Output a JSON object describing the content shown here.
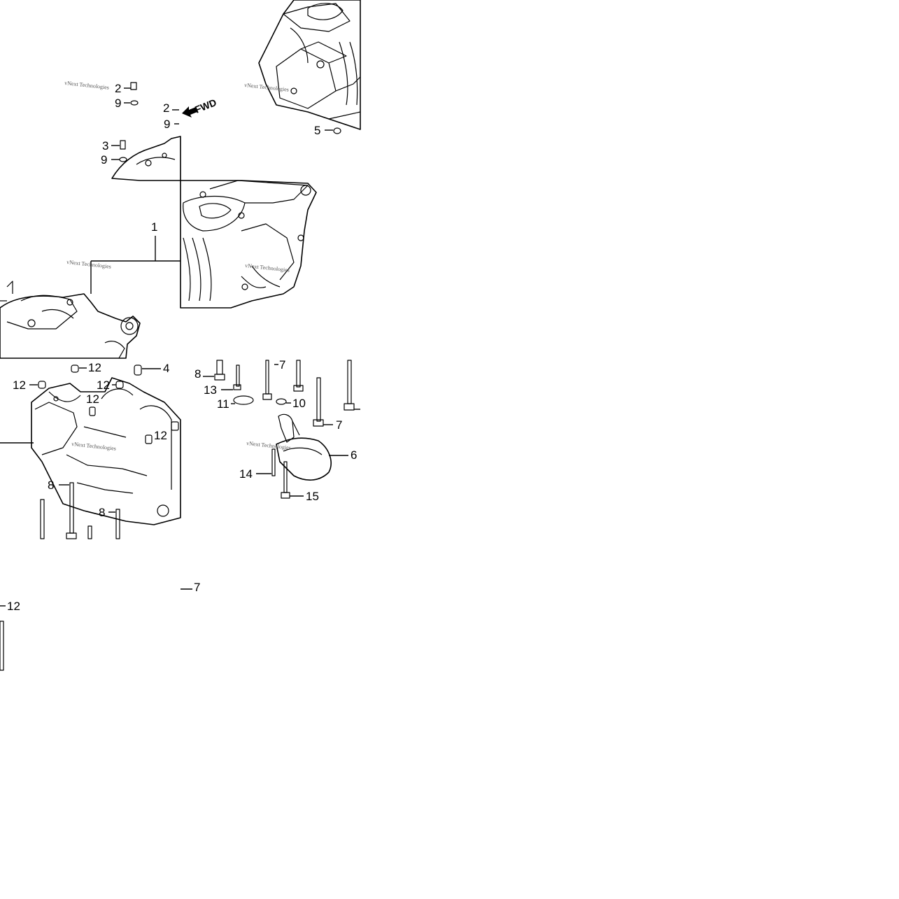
{
  "diagram": {
    "watermark": "vNext Technologies",
    "direction_label": "FWD",
    "callouts": {
      "c2a": "2",
      "c9a": "9",
      "c2b": "2",
      "c9b": "9",
      "c3": "3",
      "c9c": "9",
      "c5": "5",
      "c1": "1",
      "c12a": "12",
      "c4": "4",
      "c12b": "12",
      "c12c": "12",
      "c12d": "12",
      "c12e": "12",
      "c8a": "8",
      "c8b": "8",
      "c8c": "8",
      "c7a": "7",
      "c13": "13",
      "c11": "11",
      "c10": "10",
      "c7b": "7",
      "c6": "6",
      "c14": "14",
      "c15": "15",
      "c7c": "7",
      "c12f": "12"
    }
  }
}
